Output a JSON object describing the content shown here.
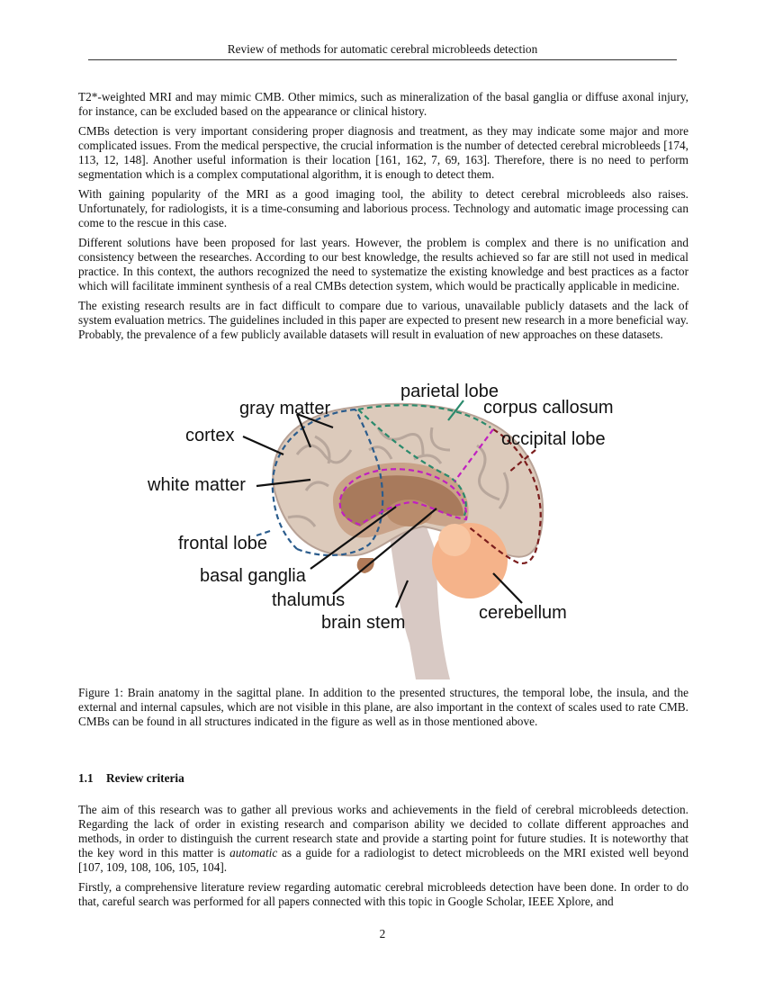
{
  "header": {
    "running_title": "Review of methods for automatic cerebral microbleeds detection"
  },
  "paragraphs_top": [
    "T2*-weighted MRI and may mimic CMB. Other mimics, such as mineralization of the basal ganglia or diffuse axonal injury, for instance, can be excluded based on the appearance or clinical history.",
    "CMBs detection is very important considering proper diagnosis and treatment, as they may indicate some major and more complicated issues.  From the medical perspective, the crucial information is the number of detected cerebral microbleeds [174, 113, 12, 148]. Another useful information is their location [161, 162, 7, 69, 163]. Therefore, there is no need to perform segmentation which is a complex computational algorithm, it is enough to detect them.",
    "With gaining popularity of the MRI as a good imaging tool, the ability to detect cerebral microbleeds also raises. Unfortunately, for radiologists, it is a time-consuming and laborious process. Technology and automatic image processing can come to the rescue in this case.",
    "Different solutions have been proposed for last years.  However, the problem is complex and there is no unification and consistency between the researches.  According to our best knowledge, the results achieved so far are still not used in medical practice.  In this context, the authors recognized the need to systematize the existing knowledge and best practices as a factor which will facilitate imminent synthesis of a real CMBs detection system, which would be practically applicable in medicine.",
    "The existing research results are in fact difficult to compare due to various, unavailable publicly datasets and the lack of system evaluation metrics.  The guidelines included in this paper are expected to present new research in a more beneficial way. Probably, the prevalence of a few publicly available datasets will result in evaluation of new approaches on these datasets."
  ],
  "figure": {
    "labels": {
      "gray_matter": "gray matter",
      "parietal_lobe": "parietal lobe",
      "corpus_callosum": "corpus callosum",
      "cortex": "cortex",
      "occipital_lobe": "occipital lobe",
      "white_matter": "white matter",
      "frontal_lobe": "frontal lobe",
      "basal_ganglia": "basal ganglia",
      "thalumus": "thalumus",
      "brain_stem": "brain stem",
      "cerebellum": "cerebellum"
    },
    "colors": {
      "frontal": "#2b5c8c",
      "parietal": "#2a8a6c",
      "occipital": "#7a1c1c",
      "corpus": "#c020c0"
    },
    "caption": "Figure 1: Brain anatomy in the sagittal plane. In addition to the presented structures, the temporal lobe, the insula, and the external and internal capsules, which are not visible in this plane, are also important in the context of scales used to rate CMB. CMBs can be found in all structures indicated in the figure as well as in those mentioned above."
  },
  "section": {
    "number": "1.1",
    "title": "Review criteria",
    "p1_before": "The aim of this research was to gather all previous works and achievements in the field of cerebral microbleeds detection.  Regarding the lack of order in existing research and comparison ability we decided to collate different approaches and methods, in order to distinguish the current research state and provide a starting point for future studies. It is noteworthy that the key word in this matter is ",
    "p1_italic": "automatic",
    "p1_after": " as a guide for a radiologist to detect microbleeds on the MRI existed well beyond [107, 109, 108, 106, 105, 104].",
    "p2": "Firstly, a comprehensive literature review regarding automatic cerebral microbleeds detection have been done.  In order to do that, careful search was performed for all papers connected with this topic in Google Scholar, IEEE Xplore, and"
  },
  "page_number": "2"
}
